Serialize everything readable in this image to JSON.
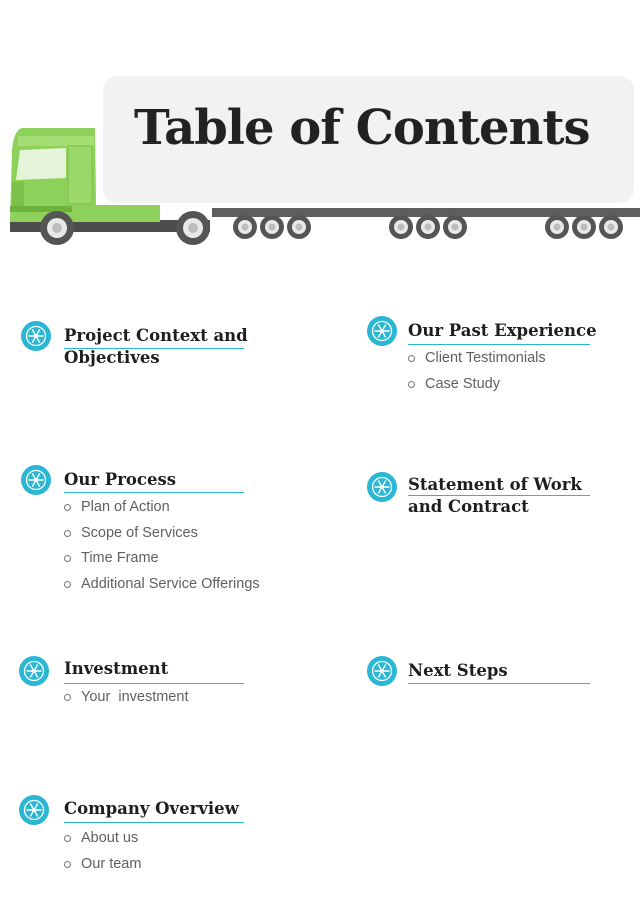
{
  "title": "Table of Contents",
  "colors": {
    "accent": "#2bb7d4",
    "truck": "#8ed15a",
    "title_bg": "#f2f2f2"
  },
  "sections": [
    {
      "title_lines": [
        "Project Context and",
        "Objectives"
      ],
      "items": []
    },
    {
      "title_lines": [
        "Our Process"
      ],
      "items": [
        "Plan of Action",
        "Scope of Services",
        "Time Frame",
        "Additional Service Offerings"
      ]
    },
    {
      "title_lines": [
        "Investment"
      ],
      "items": [
        "Your  investment"
      ]
    },
    {
      "title_lines": [
        "Company Overview"
      ],
      "items": [
        "About us",
        "Our team"
      ]
    },
    {
      "title_lines": [
        "Our Past Experience"
      ],
      "items": [
        "Client Testimonials",
        "Case Study"
      ]
    },
    {
      "title_lines": [
        "Statement of Work",
        "and Contract"
      ],
      "items": []
    },
    {
      "title_lines": [
        "Next Steps"
      ],
      "items": []
    }
  ],
  "icon": "snowflake-icon"
}
